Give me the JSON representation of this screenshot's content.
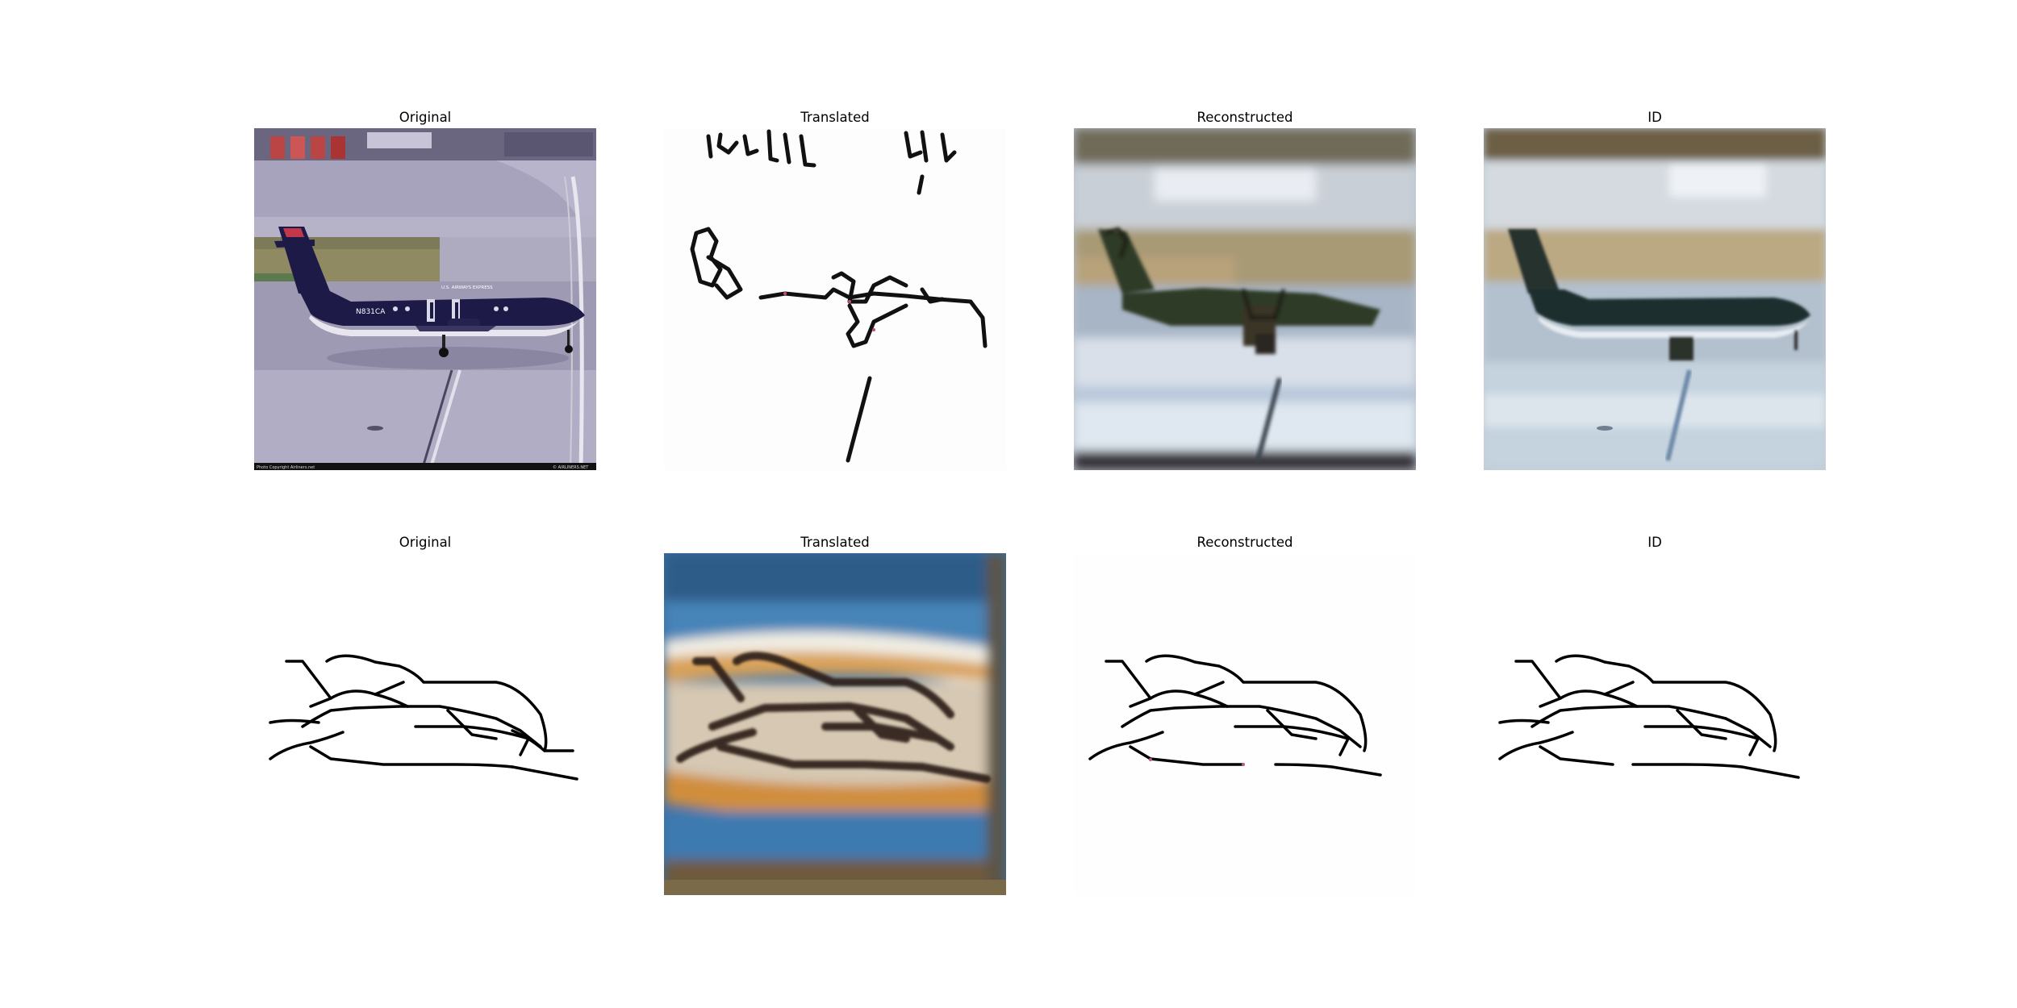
{
  "rows": [
    {
      "panels": [
        {
          "title": "Original"
        },
        {
          "title": "Translated"
        },
        {
          "title": "Reconstructed"
        },
        {
          "title": "ID"
        }
      ]
    },
    {
      "panels": [
        {
          "title": "Original"
        },
        {
          "title": "Translated"
        },
        {
          "title": "Reconstructed"
        },
        {
          "title": "ID"
        }
      ]
    }
  ],
  "photo": {
    "tail_number": "N831CA",
    "fuselage_text": "U.S. AIRWAYS EXPRESS",
    "caption_left": "Photo Copyright Airliners.net",
    "caption_right": "© AIRLINERS.NET"
  }
}
